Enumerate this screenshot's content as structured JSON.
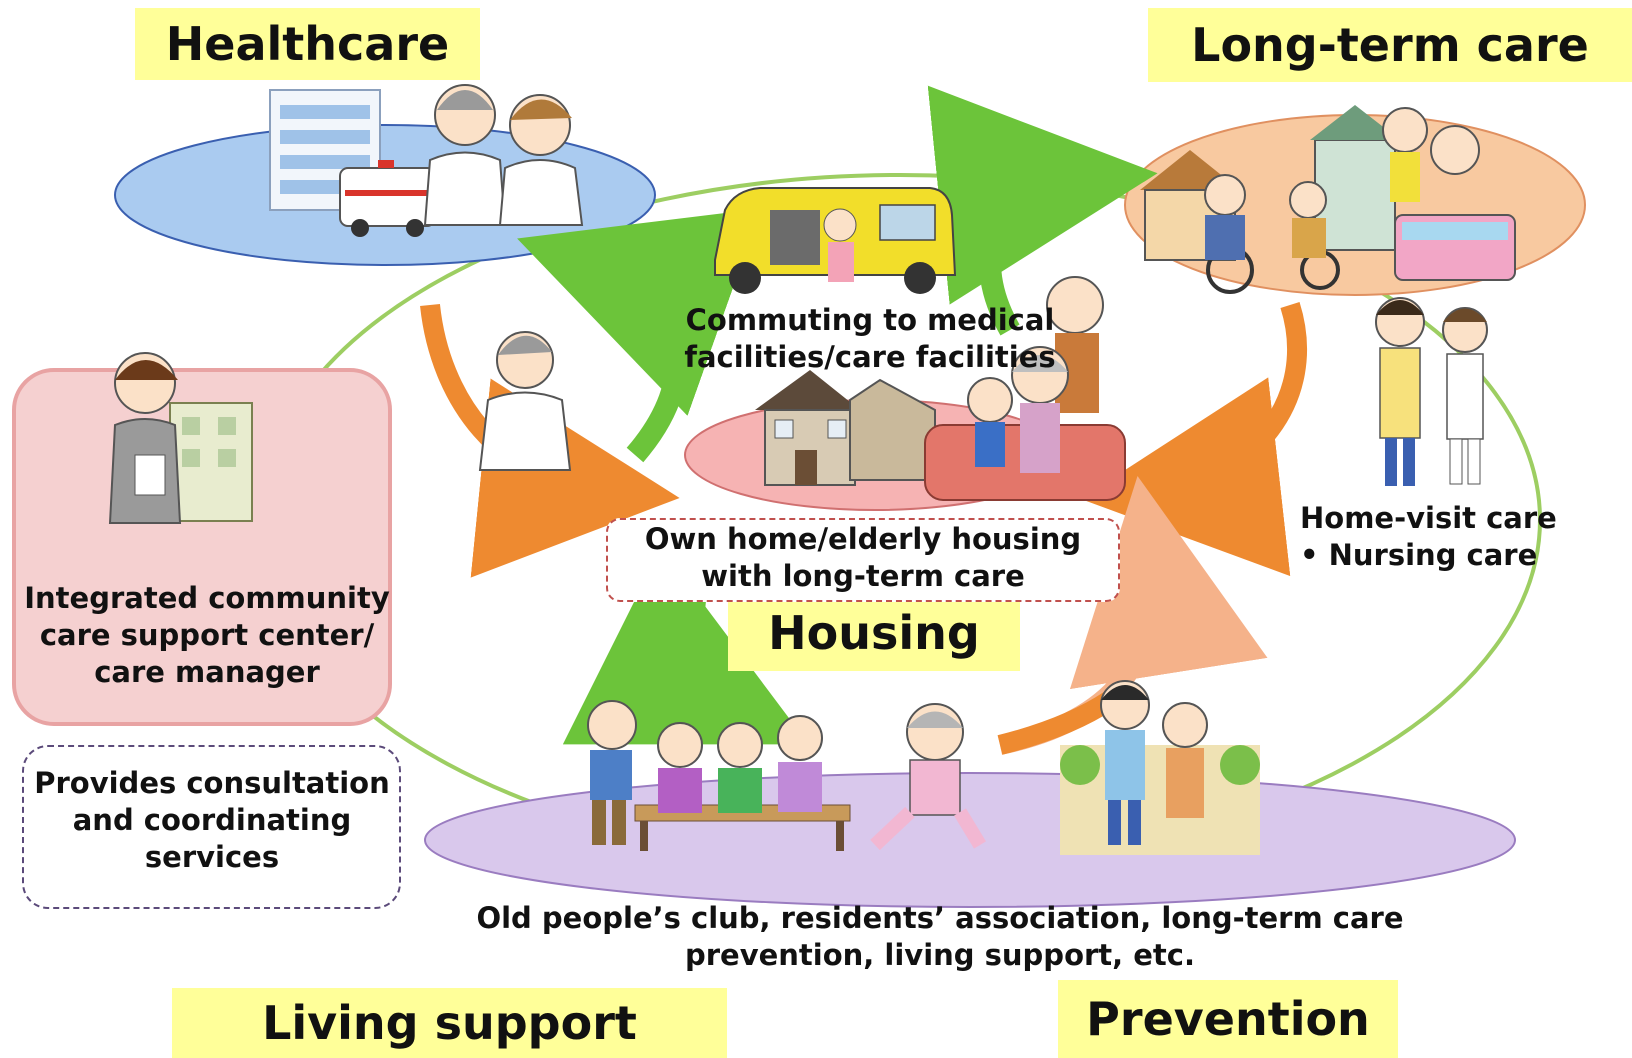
{
  "labels": {
    "healthcare": "Healthcare",
    "long_term_care": "Long-term care",
    "housing": "Housing",
    "living_support": "Living support",
    "prevention": "Prevention"
  },
  "captions": {
    "commuting": [
      "Commuting to medical",
      "facilities/care facilities"
    ],
    "home": [
      "Own home/elderly housing",
      "with long-term care"
    ],
    "home_visit": [
      "Home-visit care",
      "• Nursing care"
    ],
    "support_center": [
      "Integrated community",
      "care support center/",
      "care manager"
    ],
    "consultation": [
      "Provides consultation",
      "and coordinating",
      "services"
    ],
    "community": [
      "Old people’s club, residents’ association, long-term care",
      "prevention, living support, etc."
    ]
  },
  "colors": {
    "label_fill": "#ffff99",
    "healthcare_ellipse": "#aacbf0",
    "care_ellipse": "#f8c9a0",
    "housing_ellipse": "#f6b3b3",
    "community_ellipse": "#d9c8ec",
    "ring_line": "#9dce62",
    "arrow_green": "#6cc43a",
    "arrow_orange": "#ee8a30",
    "center_box_fill": "#f5d0d0"
  },
  "icons": [
    "hospital-icon",
    "ambulance-icon",
    "doctor-icon",
    "nurse-icon",
    "care-facility-icon",
    "wheelchair-icon",
    "bathing-care-icon",
    "van-icon",
    "house-icon",
    "family-icon",
    "care-manager-icon",
    "caregiver-icon",
    "elderly-group-icon",
    "exercise-icon",
    "walking-assist-icon"
  ]
}
